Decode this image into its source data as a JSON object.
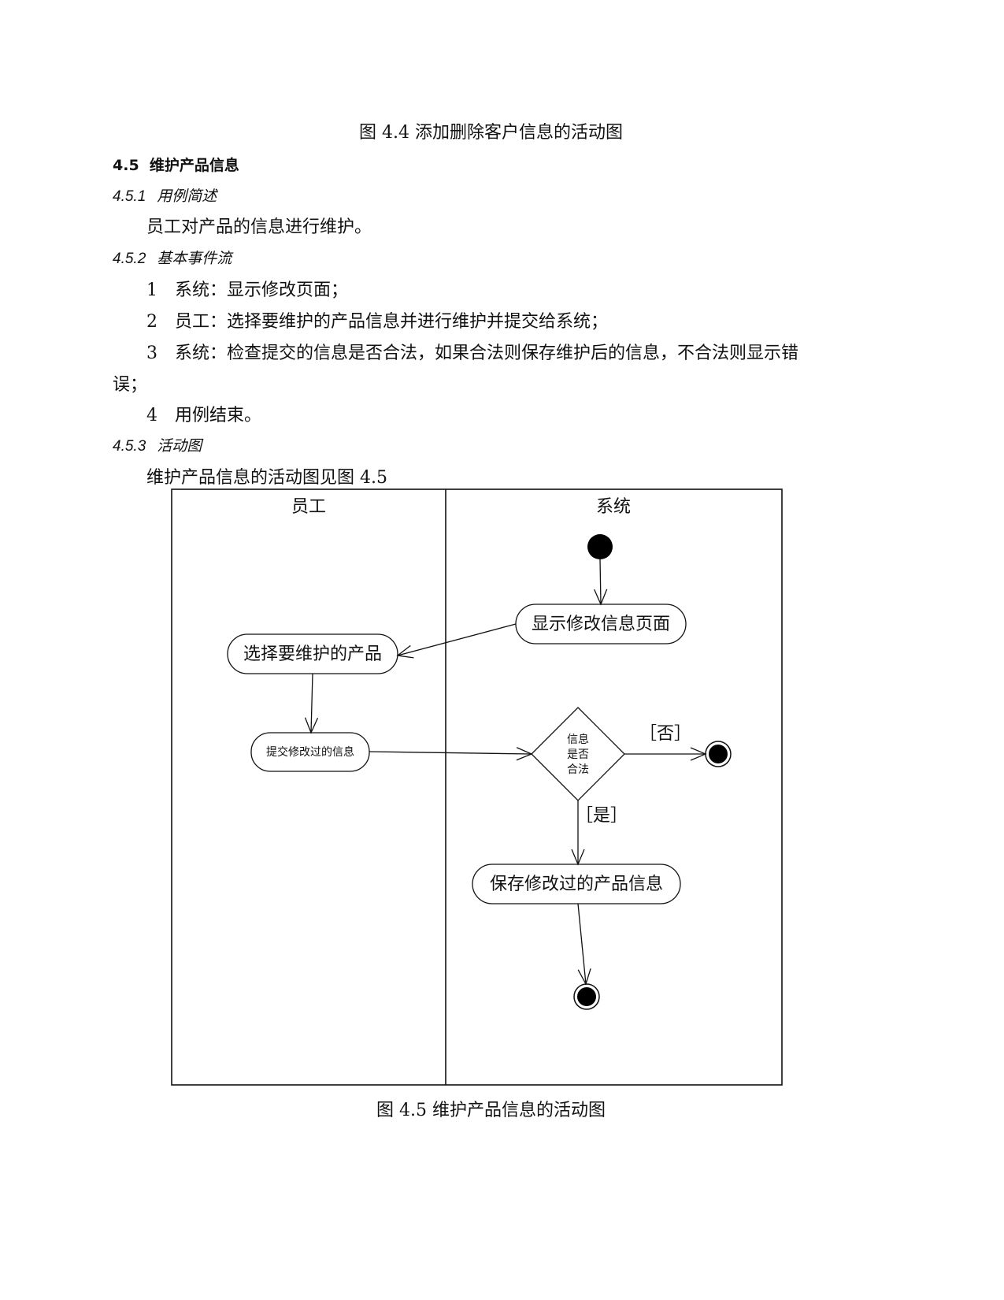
{
  "prev_caption": "图 4.4 添加删除客户信息的活动图",
  "section": {
    "number": "4.5",
    "title": "维护产品信息"
  },
  "sub1": {
    "number": "4.5.1",
    "title": "用例简述",
    "text": "员工对产品的信息进行维护。"
  },
  "sub2": {
    "number": "4.5.2",
    "title": "基本事件流",
    "steps": [
      {
        "n": "1",
        "text": "系统：显示修改页面；"
      },
      {
        "n": "2",
        "text": "员工：选择要维护的产品信息并进行维护并提交给系统；"
      },
      {
        "n": "3",
        "text": "系统：检查提交的信息是否合法，如果合法则保存维护后的信息，不合法则显示错",
        "cont": "误；"
      },
      {
        "n": "4",
        "text": "用例结束。"
      }
    ]
  },
  "sub3": {
    "number": "4.5.3",
    "title": "活动图",
    "text": "维护产品信息的活动图见图 4.5"
  },
  "diagram": {
    "lanes": [
      "员工",
      "系统"
    ],
    "activities": {
      "show_page": "显示修改信息页面",
      "select_product": "选择要维护的产品",
      "submit_info": "提交修改过的信息",
      "save_info": "保存修改过的产品信息"
    },
    "decision": [
      "信息",
      "是否",
      "合法"
    ],
    "guards": {
      "no": "［否］",
      "yes": "［是］"
    }
  },
  "caption": "图 4.5  维护产品信息的活动图"
}
